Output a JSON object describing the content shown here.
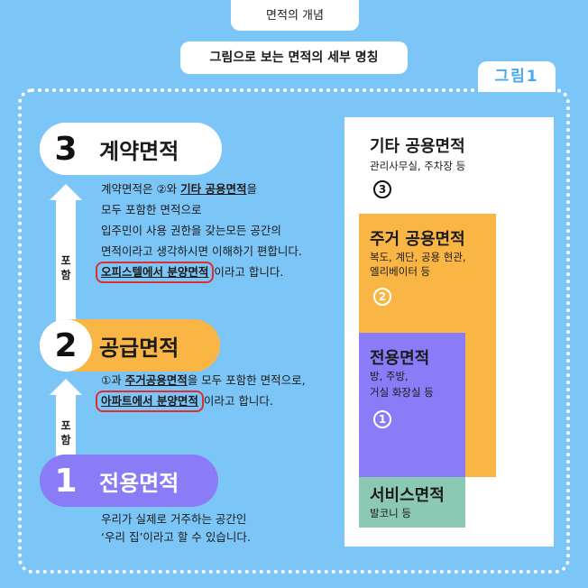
{
  "header": {
    "tab": "면적의 개념",
    "subtitle": "그림으로 보는 면적의 세부 명칭",
    "figure_label": "그림1"
  },
  "levels": [
    {
      "num": "3",
      "name": "계약면적",
      "lines": {
        "l1_pre": "계약면적은 ②와 ",
        "l1_u": "기타 공용면적",
        "l1_post": "을",
        "l2": "모두 포함한 면적으로",
        "l3": "입주민이 사용 권한을 갖는모든 공간의",
        "l4": "면적이라고 생각하시면 이해하기 편합니다.",
        "l5_box": "오피스텔에서 분양면적",
        "l5_post": "이라고 합니다."
      }
    },
    {
      "num": "2",
      "name": "공급면적",
      "lines": {
        "l1_pre": "①과 ",
        "l1_u": "주거공용면적",
        "l1_post": "을 모두 포함한 면적으로,",
        "l2_box": "아파트에서 분양면적",
        "l2_post": "이라고 합니다."
      }
    },
    {
      "num": "1",
      "name": "전용면적",
      "lines": {
        "l1": "우리가 실제로 거주하는 공간인",
        "l2": "‘우리 집’이라고 할 수 있습니다."
      }
    }
  ],
  "arrows": {
    "label_top": "포",
    "label_bottom": "함"
  },
  "diagram": {
    "other_common": {
      "title": "기타 공용면적",
      "desc": "관리사무실, 주차장 등",
      "mark": "3"
    },
    "housing_common": {
      "title": "주거 공용면적",
      "desc1": "복도, 계단, 공용 현관,",
      "desc2": "엘리베이터 등",
      "mark": "2"
    },
    "exclusive": {
      "title": "전용면적",
      "desc1": "방, 주방,",
      "desc2": "거실 화장실 등",
      "mark": "1"
    },
    "service": {
      "title": "서비스면적",
      "desc": "발코니 등"
    }
  },
  "colors": {
    "background": "#7cc5f7",
    "exclusive": "#8a7cf7",
    "supply": "#fab645",
    "service": "#8cc9b5",
    "highlight_outline": "#e02d2d"
  }
}
